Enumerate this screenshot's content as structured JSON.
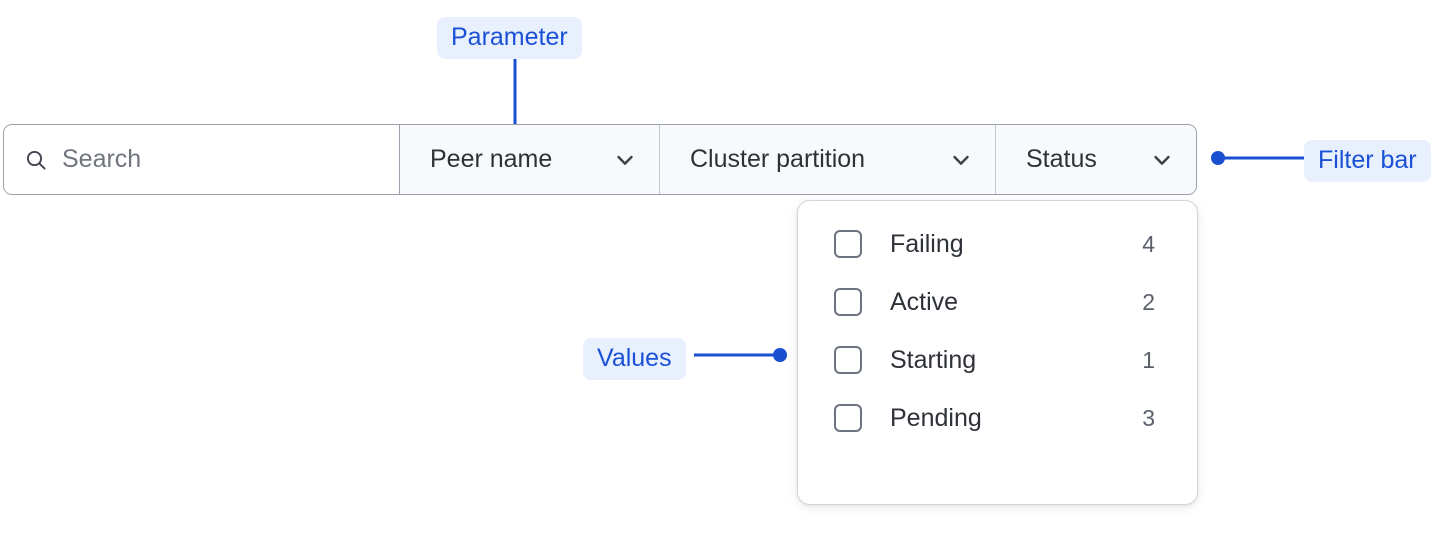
{
  "filter_bar": {
    "search": {
      "icon": "search-icon",
      "placeholder": "Search",
      "value": ""
    },
    "filters": [
      {
        "label": "Peer name",
        "icon": "chevron-down-icon",
        "expanded": false
      },
      {
        "label": "Cluster partition",
        "icon": "chevron-down-icon",
        "expanded": false
      },
      {
        "label": "Status",
        "icon": "chevron-down-icon",
        "expanded": true
      }
    ]
  },
  "dropdown": {
    "owner": "Status",
    "options": [
      {
        "label": "Failing",
        "count": "4",
        "checked": false
      },
      {
        "label": "Active",
        "count": "2",
        "checked": false
      },
      {
        "label": "Starting",
        "count": "1",
        "checked": false
      },
      {
        "label": "Pending",
        "count": "3",
        "checked": false
      }
    ]
  },
  "annotations": [
    {
      "id": "parameter",
      "label": "Parameter"
    },
    {
      "id": "filter-bar",
      "label": "Filter bar"
    },
    {
      "id": "values",
      "label": "Values"
    }
  ],
  "colors": {
    "annotation_text": "#1a51d6",
    "annotation_bg": "#e8f0fe",
    "connector": "#1a4fd0",
    "bar_border": "#9aa0ab",
    "filter_cell_bg": "#f8f9fa",
    "text": "#2e3238",
    "placeholder": "#70757e",
    "checkbox_border": "#6b7280",
    "panel_border": "#d2d6dc",
    "count_text": "#5a5f6a"
  }
}
